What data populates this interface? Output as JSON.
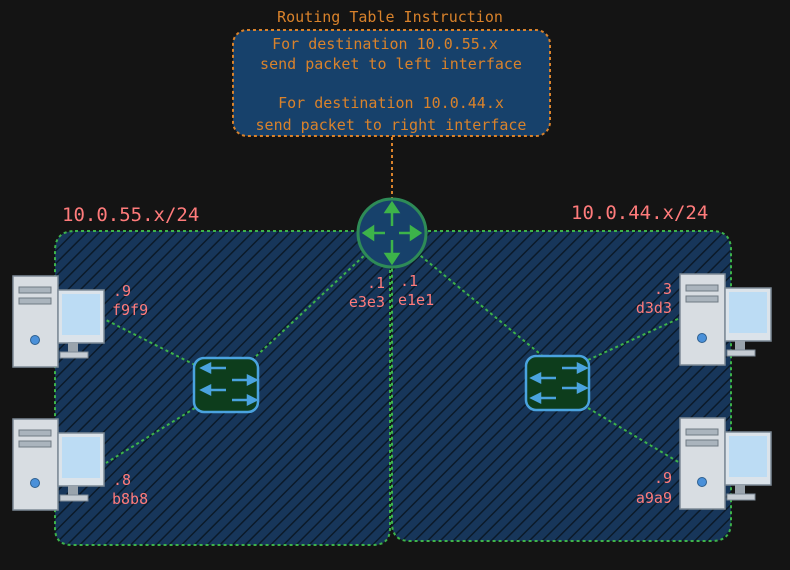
{
  "note": {
    "title": "Routing Table Instruction",
    "line1": "For destination 10.0.55.x",
    "line2": "send packet to left interface",
    "line3": "For destination 10.0.44.x",
    "line4": "send packet to right interface"
  },
  "subnets": {
    "left": "10.0.55.x/24",
    "right": "10.0.44.x/24"
  },
  "router": {
    "left_if_addr": ".1",
    "left_if_mac": "e3e3",
    "right_if_addr": ".1",
    "right_if_mac": "e1e1"
  },
  "hosts": {
    "top_left": {
      "addr": ".9",
      "mac": "f9f9"
    },
    "bottom_left": {
      "addr": ".8",
      "mac": "b8b8"
    },
    "top_right": {
      "addr": ".3",
      "mac": "d3d3"
    },
    "bottom_right": {
      "addr": ".9",
      "mac": "a9a9"
    }
  },
  "colors": {
    "background": "#141414",
    "note_fill": "#17416b",
    "note_border": "#d9822b",
    "subnet_fill": "#17365a",
    "subnet_border": "#3db34a",
    "router_fill": "#17416b",
    "router_ring": "#2e8b57",
    "router_arrow": "#3db34a",
    "switch_fill": "#0d3d1c",
    "switch_border": "#4aa3df",
    "label_red": "#ff7b7b",
    "link_green": "#3db34a"
  }
}
